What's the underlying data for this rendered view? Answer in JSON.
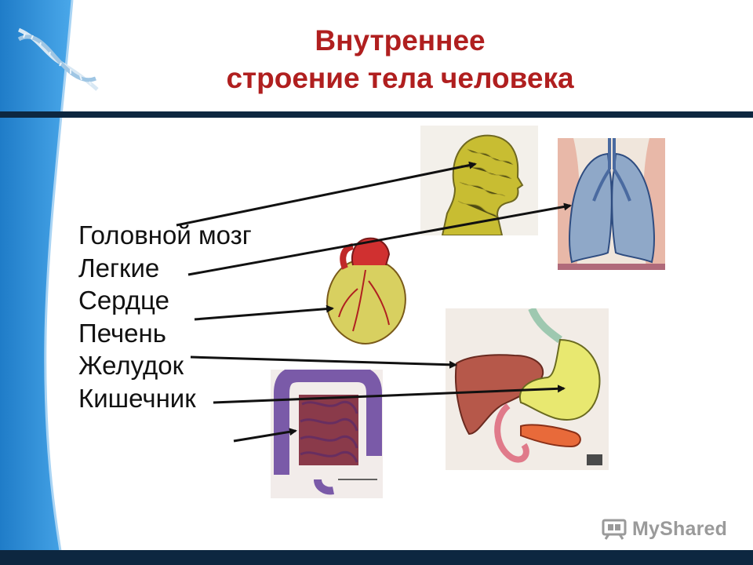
{
  "title": {
    "line1": "Внутреннее",
    "line2": "строение тела человека"
  },
  "organs": [
    {
      "label": "Головной мозг",
      "image": "head-brain-illustration"
    },
    {
      "label": "Легкие",
      "image": "lungs-illustration"
    },
    {
      "label": "Сердце",
      "image": "heart-illustration"
    },
    {
      "label": "Печень",
      "image": "liver-stomach-illustration"
    },
    {
      "label": "Желудок",
      "image": "liver-stomach-illustration"
    },
    {
      "label": "Кишечник",
      "image": "intestines-illustration"
    }
  ],
  "watermark": {
    "text": "MyShared",
    "icon": "myshared-logo-icon"
  },
  "colors": {
    "title": "#b01f1f",
    "rule": "#0d2740",
    "side_panel": "#2f8fd8",
    "text": "#111111"
  },
  "icons": {
    "logo": "dna-helix-icon"
  }
}
